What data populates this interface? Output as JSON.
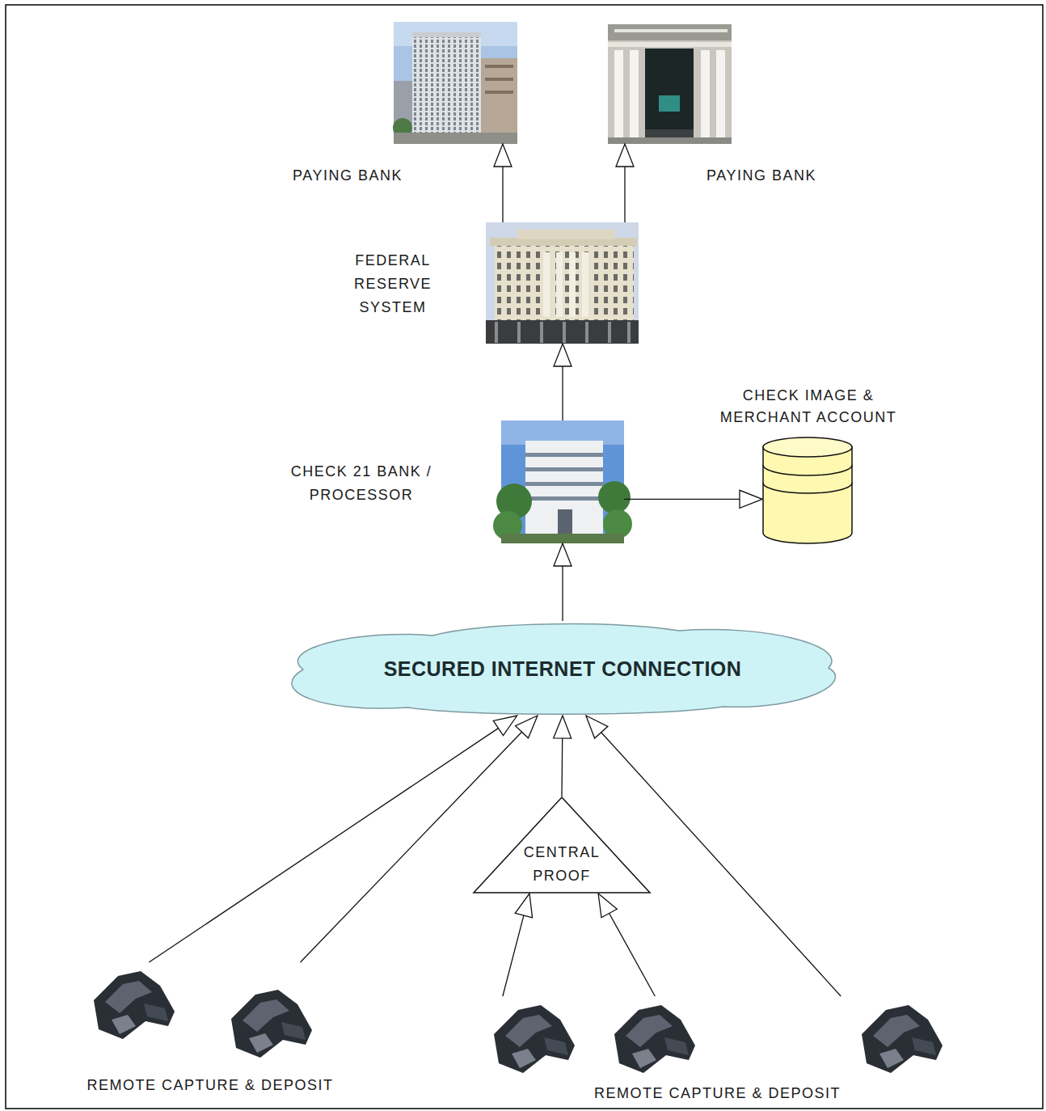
{
  "diagram": {
    "nodes": [
      {
        "text": [
          "PAYING BANK"
        ]
      },
      {
        "text": [
          "PAYING BANK"
        ]
      },
      {
        "text": [
          "FEDERAL RESERVE SYSTEM"
        ]
      },
      {
        "text": [
          "CHECK 21 BANK / PROCESSOR"
        ]
      },
      {
        "text": [
          "CHECK IMAGE & MERCHANT ACCOUNT"
        ]
      },
      {
        "text": [
          "SECURED INTERNET CONNECTION"
        ]
      },
      {
        "text": [
          "CENTRAL PROOF"
        ]
      },
      {
        "text": [
          "REMOTE CAPTURE & DEPOSIT"
        ]
      },
      {
        "text": [
          "REMOTE CAPTURE & DEPOSIT"
        ]
      }
    ],
    "edges": [
      {
        "from": 2,
        "to": 0,
        "arrow": "to"
      },
      {
        "from": 2,
        "to": 1,
        "arrow": "to"
      },
      {
        "from": 3,
        "to": 2,
        "arrow": "to"
      },
      {
        "from": 3,
        "to": 4,
        "arrow": "to"
      },
      {
        "from": 5,
        "to": 3,
        "arrow": "to"
      },
      {
        "from": 6,
        "to": 5,
        "arrow": "to"
      },
      {
        "from": 7,
        "to": 5,
        "arrow": "to"
      },
      {
        "from": 8,
        "to": 6,
        "arrow": "to"
      },
      {
        "from": 8,
        "to": 5,
        "arrow": "to"
      }
    ]
  }
}
